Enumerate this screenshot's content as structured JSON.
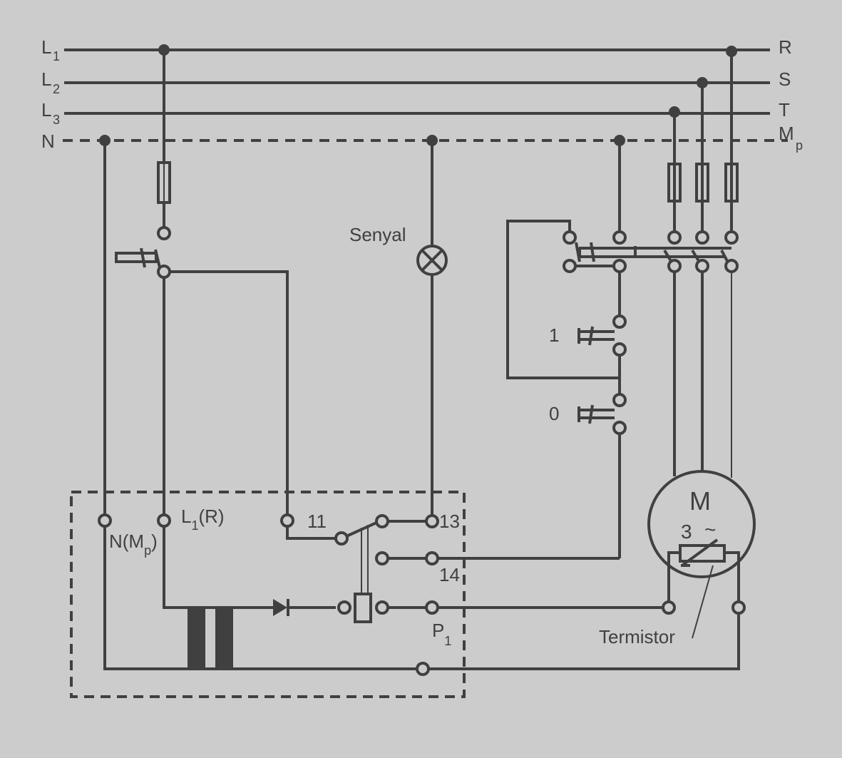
{
  "buses": {
    "l1": {
      "label": "L",
      "sub": "1",
      "phase": "R"
    },
    "l2": {
      "label": "L",
      "sub": "2",
      "phase": "S"
    },
    "l3": {
      "label": "L",
      "sub": "3",
      "phase": "T"
    },
    "n": {
      "label": "N",
      "phase": "M",
      "phase_sub": "p"
    }
  },
  "labels": {
    "signal": "Senyal",
    "start_button": "1",
    "stop_button": "0",
    "motor": "M",
    "motor_phases": "3",
    "motor_ac": "~",
    "thermistor": "Termistor",
    "relay": {
      "n_terminal": "N(M",
      "n_sub": "p",
      "n_close": ")",
      "l1_terminal": "L",
      "l1_sub": "1",
      "l1_rest": "(R)",
      "t11": "11",
      "t13": "13",
      "t14": "14",
      "p": "P",
      "p_sub": "1"
    }
  },
  "colors": {
    "background": "#cccccc",
    "line": "#404040"
  }
}
